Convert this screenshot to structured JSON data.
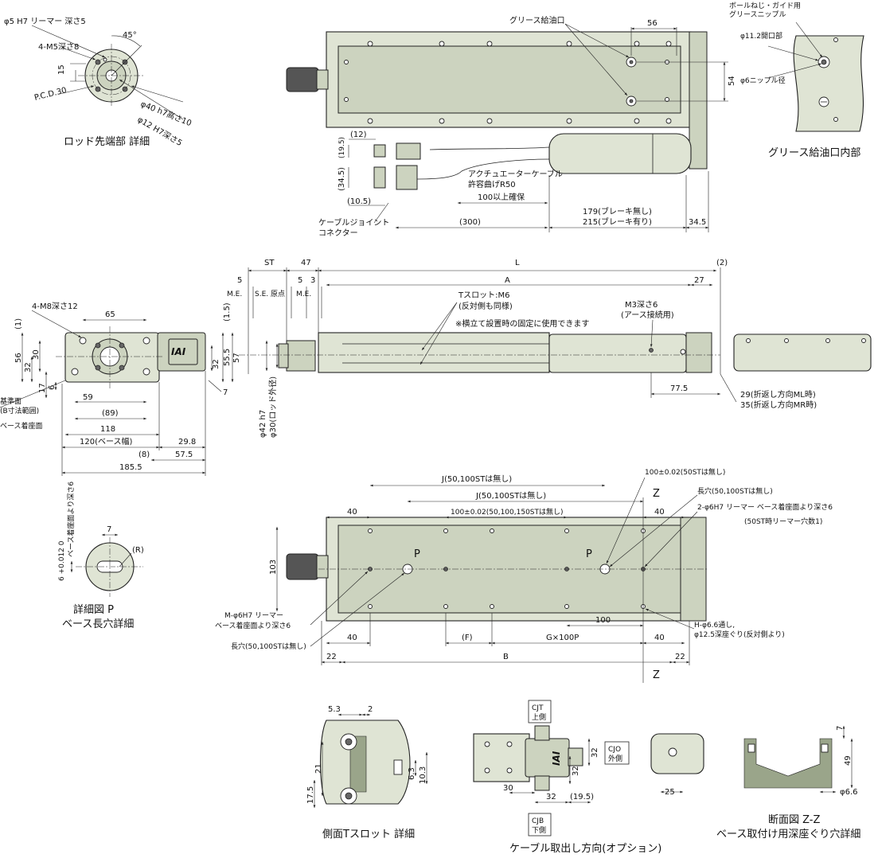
{
  "titles": {
    "rod_tip": "ロッド先端部 詳細",
    "grease_port": "グリース給油口内部",
    "detail_p_1": "詳細図 P",
    "detail_p_2": "ベース長穴詳細",
    "side_tslot": "側面Tスロット 詳細",
    "cable_dir": "ケーブル取出し方向(オプション)",
    "section_1": "断面図 Z-Z",
    "section_2": "ベース取付け用深座ぐり穴詳細"
  },
  "rod_tip": {
    "reamer": "φ5 H7 リーマー 深さ5",
    "tap": "4-M5深さ8",
    "angle": "45°",
    "dim15": "15",
    "pcd": "P.C.D.30",
    "d40": "φ40 h7高さ10",
    "d12": "φ12 H7深さ5"
  },
  "top_view": {
    "grease_inlet": "グリース給油口",
    "dim56": "56",
    "dim54": "54",
    "dim12": "(12)",
    "dim195": "(19.5)",
    "dim345": "(34.5)",
    "dim105": "(10.5)",
    "cable_bend_1": "アクチュエーターケーブル",
    "cable_bend_2": "許容曲げR50",
    "clearance": "100以上確保",
    "connector_1": "ケーブルジョイント",
    "connector_2": "コネクター",
    "dim300": "(300)",
    "brake_off": "179(ブレーキ無し)",
    "brake_on": "215(ブレーキ有り)",
    "dim345b": "34.5"
  },
  "grease_detail": {
    "nipple_1": "ボールねじ・ガイド用",
    "nipple_2": "グリースニップル",
    "open": "φ11.2開口部",
    "nipple_dia": "φ6ニップル径"
  },
  "end_view": {
    "tap": "4-M8深さ12",
    "dim65": "65",
    "dim1": "(1)",
    "dim56": "56",
    "dim30": "30",
    "dim32": "32",
    "dim17": "17",
    "dim6": "6",
    "dim59": "59",
    "ref_1": "基準面",
    "ref_2": "(B寸法範囲)",
    "base_seat": "ベース着座面",
    "dim89": "(89)",
    "dim118": "118",
    "dim120": "120(ベース幅)",
    "dim8": "(8)",
    "dim298": "29.8",
    "dim575": "57.5",
    "dim1855": "185.5",
    "dim15": "(1.5)",
    "dim555": "55.5",
    "dim57": "57",
    "dim32b": "32",
    "dim7": "7",
    "logo": "IAI"
  },
  "side_view": {
    "st": "ST",
    "dim47": "47",
    "dimL": "L",
    "dim2": "(2)",
    "dim5a": "5",
    "dim5b": "5",
    "dim3": "3",
    "dimA": "A",
    "dim27": "27",
    "me1": "M.E.",
    "se": "S.E.",
    "origin": "原点",
    "me2": "M.E.",
    "tslot_1": "Tスロット:M6",
    "tslot_2": "(反対側も同様)",
    "tslot_3": "※横立て設置時の固定に使用できます",
    "earth_1": "M3深さ6",
    "earth_2": "(アース接続用)",
    "d42": "φ42 h7",
    "d30": "φ30(ロッド外径)",
    "dim775": "77.5",
    "ml": "29(折返し方向ML時)",
    "mr": "35(折返し方向MR時)"
  },
  "detail_p": {
    "tol": "6 +0.012 0",
    "note": "ベース着座面より深さ6",
    "dim7": "7",
    "r": "(R)"
  },
  "bottom_view": {
    "J1": "J(50,100STは無し)",
    "J2": "J(50,100STは無し)",
    "d100_1": "100±0.02(50STは無し)",
    "d100_2": "100±0.02(50,100,150STは無し)",
    "slot": "長穴(50,100STは無し)",
    "reamer_1": "2-φ6H7 リーマー ベース着座面より深さ6",
    "reamer_2": "(50ST時リーマー穴数1)",
    "z": "Z",
    "dim40a": "40",
    "dim40b": "40",
    "dim103": "103",
    "p": "P",
    "m_1": "M-φ6H7 リーマー",
    "m_2": "ベース着座面より深さ6",
    "dim100": "100",
    "h_1": "H-φ6.6通し,",
    "h_2": "φ12.5深座ぐり(反対側より)",
    "slot2": "長穴(50,100STは無し)",
    "dim40c": "40",
    "dimF": "(F)",
    "gp": "G×100P",
    "dim40d": "40",
    "dim22a": "22",
    "dimB": "B",
    "dim22b": "22"
  },
  "tslot_detail": {
    "dim53": "5.3",
    "dim2": "2",
    "dim21": "21",
    "dim175": "17.5",
    "dim63": "6.3",
    "dim103": "10.3"
  },
  "cable_opt": {
    "cjt_1": "CJT",
    "cjt_2": "上側",
    "cjo_1": "CJO",
    "cjo_2": "外側",
    "cjb_1": "CJB",
    "cjb_2": "下側",
    "dim32a": "32",
    "dim32b": "32",
    "dim30": "30",
    "dim32c": "32",
    "dim195": "(19.5)",
    "dim25": "25",
    "logo": "IAI"
  },
  "section": {
    "dim7": "7",
    "dim49": "49",
    "d66": "φ6.6"
  }
}
